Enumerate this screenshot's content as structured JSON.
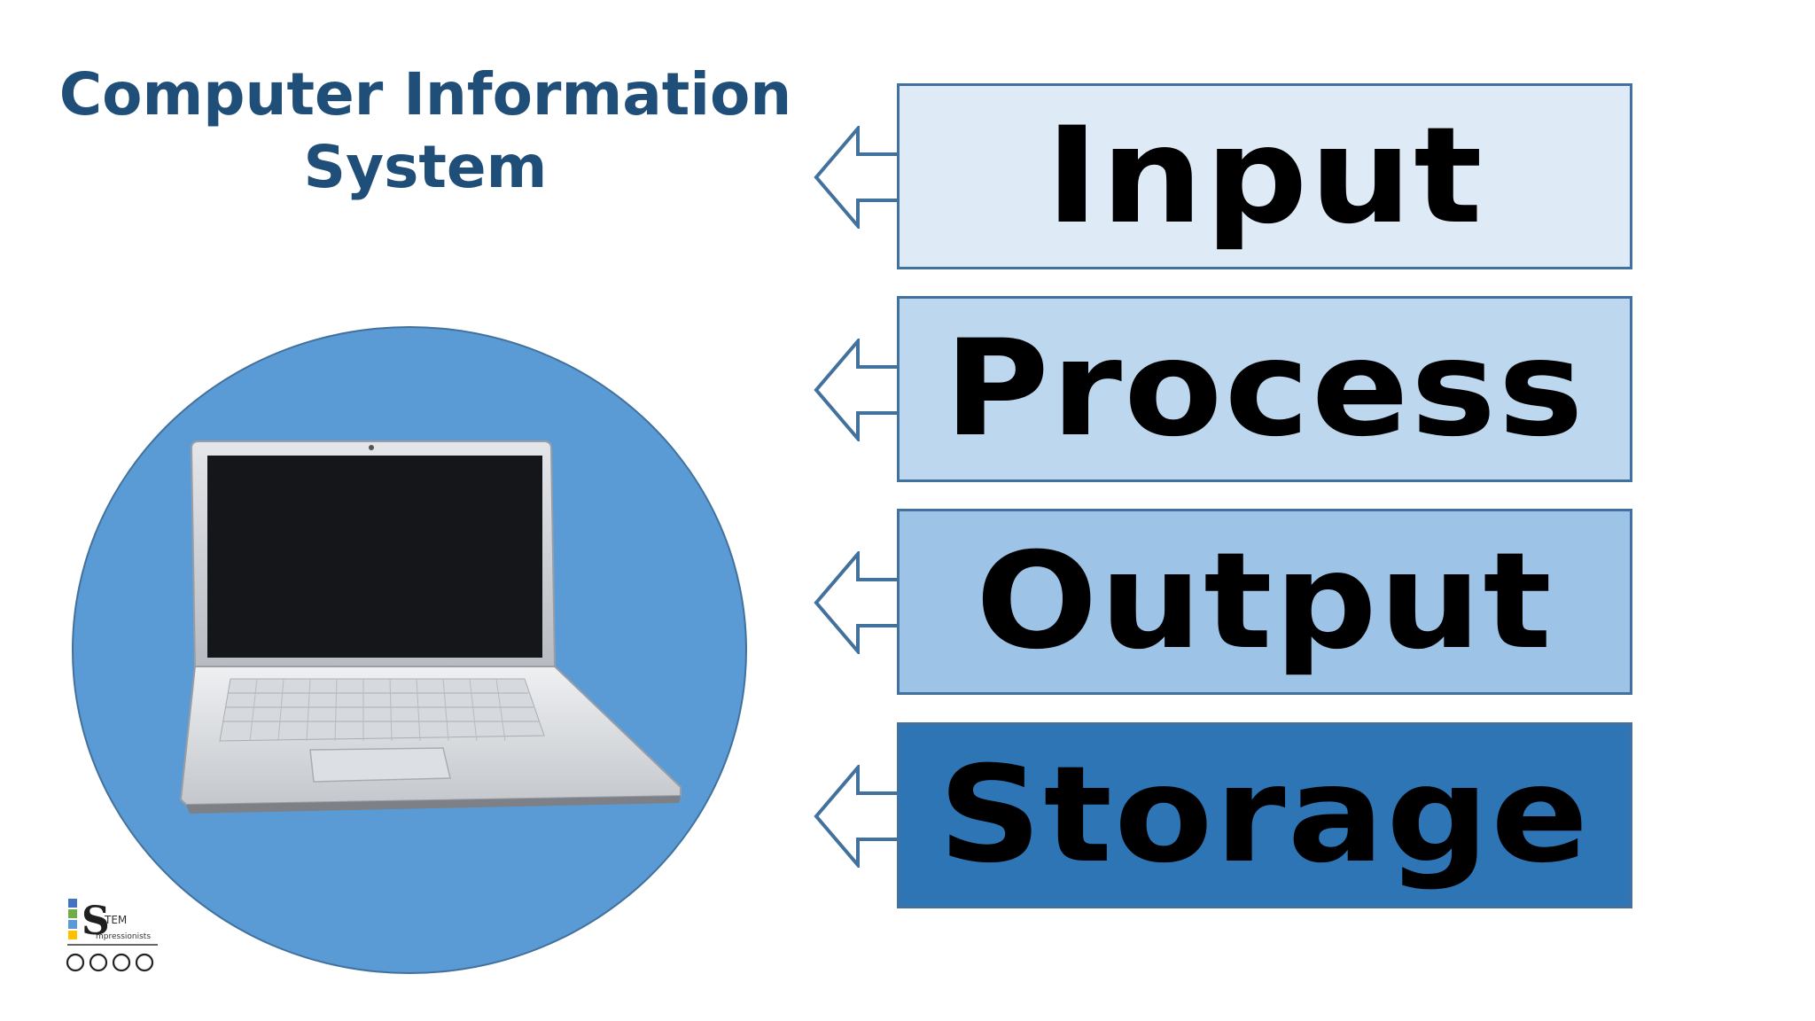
{
  "title": {
    "line1": "Computer Information",
    "line2": "System"
  },
  "components": [
    {
      "label": "Input",
      "color": "#deebf7"
    },
    {
      "label": "Process",
      "color": "#bdd7ee"
    },
    {
      "label": "Output",
      "color": "#9dc3e6"
    },
    {
      "label": "Storage",
      "color": "#2e75b6"
    }
  ],
  "logo": {
    "line1": "TEM",
    "line2": "mpressionists"
  },
  "colors": {
    "title": "#1f4e79",
    "circle": "#5b9bd5",
    "outline": "#41719c"
  },
  "icons": [
    "arrow-left-icon",
    "laptop-icon",
    "creative-commons-icon"
  ]
}
